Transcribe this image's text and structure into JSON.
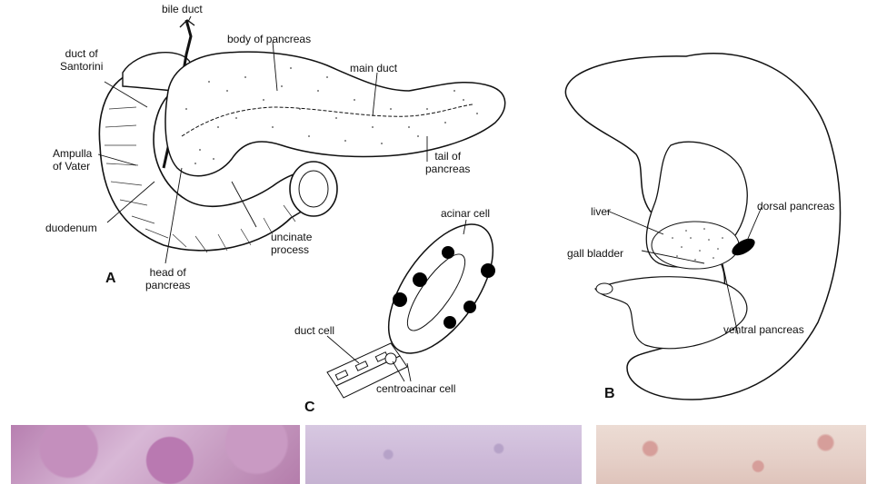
{
  "panels": {
    "a": "A",
    "b": "B",
    "c": "C"
  },
  "labels_a": {
    "bile_duct": "bile duct",
    "duct_of_santorini": "duct of\nSantorini",
    "body_of_pancreas": "body of pancreas",
    "main_duct": "main duct",
    "ampulla": "Ampulla\nof Vater",
    "tail": "tail of\npancreas",
    "duodenum": "duodenum",
    "uncinate": "uncinate\nprocess",
    "head": "head of\npancreas"
  },
  "labels_c": {
    "acinar_cell": "acinar cell",
    "duct_cell": "duct cell",
    "centroacinar_cell": "centroacinar cell"
  },
  "labels_b": {
    "dorsal_pancreas": "dorsal pancreas",
    "liver": "liver",
    "gall_bladder": "gall bladder",
    "ventral_pancreas": "ventral pancreas"
  },
  "colors": {
    "ink": "#111111",
    "he_stain": "#b77fb0",
    "lavender_stain": "#cdb9d8",
    "peach_stain": "#e5cfc7"
  }
}
